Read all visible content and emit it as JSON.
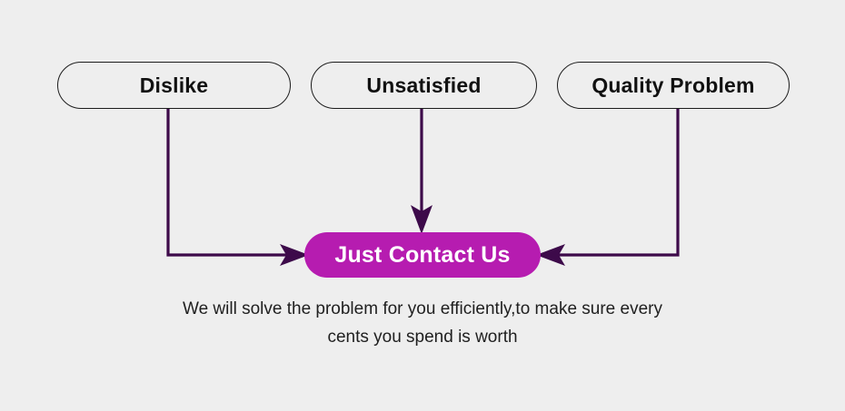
{
  "page": {
    "background_color": "#eeeeee",
    "title": "Customer support contact flow diagram"
  },
  "colors": {
    "connector": "#3d0a4a",
    "cta_background": "#b61cb0",
    "cta_text": "#ffffff",
    "box_border": "#1c1c1c",
    "box_text": "#111111",
    "caption_text": "#1f1f1f"
  },
  "boxes": [
    {
      "id": "dislike",
      "label": "Dislike"
    },
    {
      "id": "unsatisfied",
      "label": "Unsatisfied"
    },
    {
      "id": "quality_problem",
      "label": "Quality Problem"
    }
  ],
  "cta": {
    "label": "Just Contact Us"
  },
  "caption": {
    "line1": "We will solve the problem for you efficiently,to make sure every",
    "line2": "cents you spend is worth",
    "full_text": "We will solve the problem for you efficiently,to make sure every cents you spend is worth"
  },
  "connectors": [
    {
      "id": "dislike-to-cta",
      "from": "dislike",
      "to": "cta",
      "direction": "right",
      "shape": "elbow-down-right"
    },
    {
      "id": "unsatisfied-to-cta",
      "from": "unsatisfied",
      "to": "cta",
      "direction": "down",
      "shape": "straight-down"
    },
    {
      "id": "quality-to-cta",
      "from": "quality_problem",
      "to": "cta",
      "direction": "left",
      "shape": "elbow-down-left"
    }
  ]
}
